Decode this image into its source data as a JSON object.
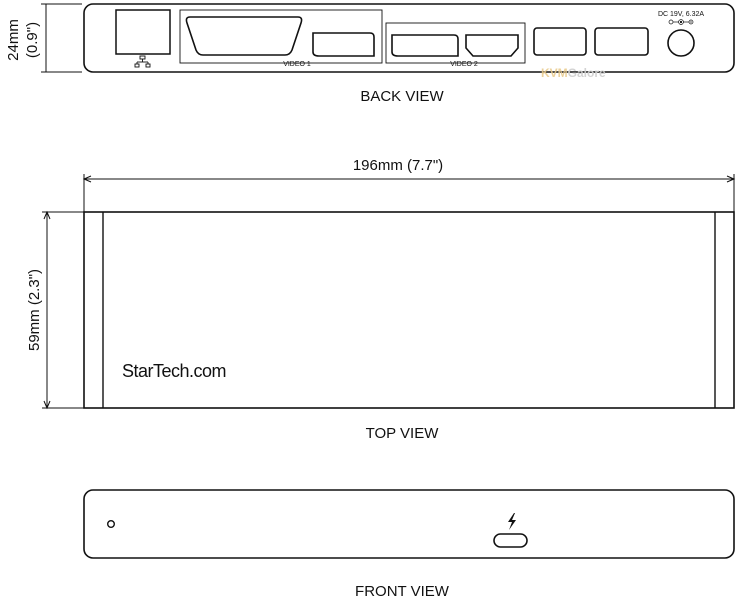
{
  "labels": {
    "back_view": "BACK VIEW",
    "top_view": "TOP VIEW",
    "front_view": "FRONT VIEW",
    "height_mm": "24mm",
    "height_in": "(0.9\")",
    "width_dim": "196mm (7.7\")",
    "depth_dim": "59mm (2.3\")",
    "video1": "VIDEO 1",
    "video2": "VIDEO 2",
    "dc_power": "DC 19V, 6.32A",
    "brand": "StarTech.com",
    "watermark_a": "KVM",
    "watermark_b": "Galore"
  }
}
